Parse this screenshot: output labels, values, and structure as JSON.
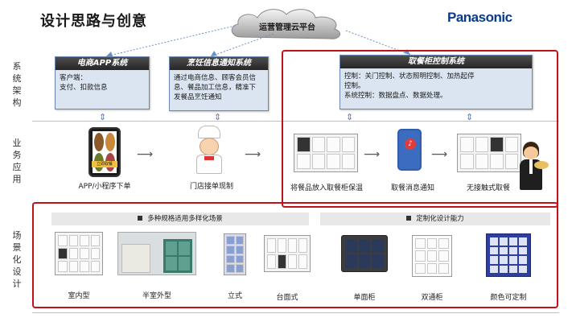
{
  "header": {
    "title": "设计思路与创意",
    "logo": "Panasonic"
  },
  "cloud": {
    "label": "运营管理云平台"
  },
  "row_labels": {
    "system": "系统架构",
    "business": "业务应用",
    "scene": "场景化设计"
  },
  "systems": {
    "ecommerce": {
      "title": "电商APP系统",
      "lines": [
        "客户端：",
        "支付、扣款信息"
      ]
    },
    "cooking": {
      "title": "烹饪信息通知系统",
      "lines": [
        "通过电商信息、顾客会员信",
        "息、餐品加工信息，精准下",
        "发餐品烹饪通知"
      ]
    },
    "locker": {
      "title": "取餐柜控制系统",
      "lines": [
        "控制：关门控制、状态照明控制、加热起停",
        "控制。",
        "系统控制：数据盘点、数据处理。"
      ]
    }
  },
  "business": {
    "step1": "APP/小程序下单",
    "step2": "门店接单现制",
    "step3": "将餐品放入取餐柜保温",
    "step4": "取餐消息通知",
    "step5": "无接触式取餐",
    "phone_banner": "立即取餐"
  },
  "scenes": {
    "left_section": "多种规格适用多样化场景",
    "right_section": "定制化设计能力",
    "items": [
      "室内型",
      "半室外型",
      "立式",
      "台面式",
      "单面柜",
      "双通柜",
      "颜色可定制"
    ]
  },
  "colors": {
    "red_frame": "#c0121b",
    "box_fill": "#dbe5f1",
    "header_dark": "#2b2b2b",
    "arrow_blue": "#5a78b0",
    "logo_blue": "#0a3a8c"
  }
}
